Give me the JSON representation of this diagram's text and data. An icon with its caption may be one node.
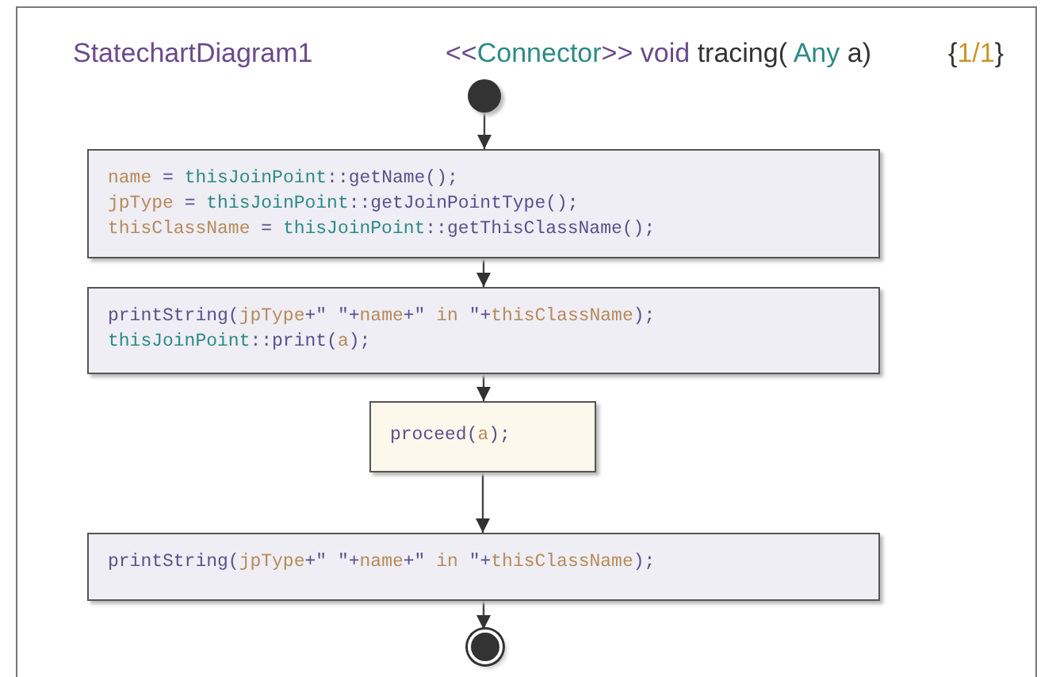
{
  "diagram": {
    "title": "StatechartDiagram1",
    "nodes": [
      {
        "text": [],
        "shape": "circle"
      },
      {
        "text": [
          "name = thisJoinPoint::getName();",
          "jpType = thisJoinPoint::getJoinPointType();",
          "thisClassName = thisJoinPoint::getThisClassName();"
        ]
      },
      {
        "text": [
          "printString(jpType+\" \"+name+\" in \"+thisClassName);",
          "thisJoinPoint::print(a);"
        ]
      },
      {
        "text": [
          "proceed(a);"
        ]
      },
      {
        "text": [
          "printString(jpType+\" \"+name+\" in \"+thisClassName);"
        ]
      },
      {
        "text": [],
        "shape": "circle"
      }
    ],
    "edges": [
      {
        "from": 0,
        "to": 1,
        "arrow": "to"
      },
      {
        "from": 1,
        "to": 2,
        "arrow": "to"
      },
      {
        "from": 2,
        "to": 3,
        "arrow": "to"
      },
      {
        "from": 3,
        "to": 4,
        "arrow": "to"
      },
      {
        "from": 4,
        "to": 5,
        "arrow": "to"
      }
    ],
    "labels": [
      "<<Connector>> void tracing( Any a)",
      "{1/1}"
    ]
  }
}
